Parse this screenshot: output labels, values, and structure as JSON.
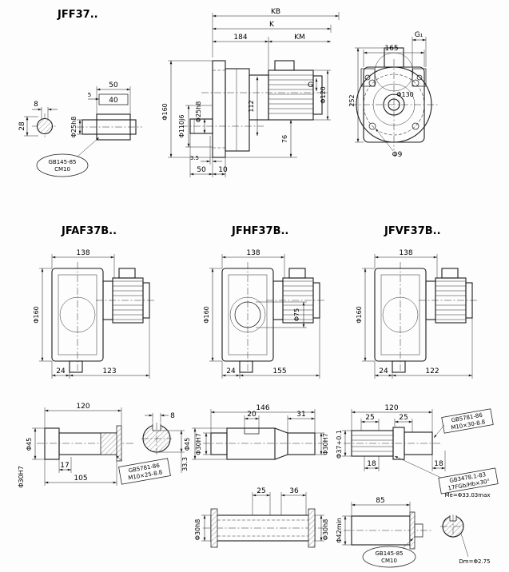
{
  "jff37": {
    "title": "JFF37..",
    "end_view": {
      "d8": "8",
      "d28": "28",
      "dia": "Φ25h8",
      "d5": "5",
      "d50": "50",
      "d40": "40",
      "callout1": "GB145-85",
      "callout2": "CM10"
    },
    "side_view": {
      "kb": "KB",
      "k": "K",
      "d184": "184",
      "km": "KM",
      "g": "G",
      "phi120": "Φ120",
      "d112": "112",
      "phi160": "Φ160",
      "phi110": "Φ110j6",
      "phi25": "Φ25h8",
      "d76": "76",
      "d35": "3.5",
      "d50": "50",
      "d10": "10"
    },
    "front_view": {
      "g1": "G₁",
      "d165": "165",
      "d252": "252",
      "phi130": "Φ130",
      "phi9": "Φ9"
    }
  },
  "jfaf37b": {
    "title": "JFAF37B..",
    "d138": "138",
    "phi160": "Φ160",
    "d24": "24",
    "len": "123"
  },
  "jfhf37b": {
    "title": "JFHF37B..",
    "d138": "138",
    "phi160": "Φ160",
    "phi75": "Φ75",
    "d24": "24",
    "len": "155"
  },
  "jfvf37b": {
    "title": "JFVF37B..",
    "d138": "138",
    "phi160": "Φ160",
    "d24": "24",
    "len": "122"
  },
  "shaft_a": {
    "d120": "120",
    "phi45": "Φ45",
    "d17": "17",
    "d105": "105",
    "phi30": "Φ30H7",
    "d8": "8",
    "d333": "33.3",
    "callout1": "GB5781-86",
    "callout2": "M10×25-8.8"
  },
  "shaft_h": {
    "d146": "146",
    "d20": "20",
    "d31": "31",
    "phi30l": "Φ30H7",
    "phi45": "Φ45",
    "phi30r": "Φ30H7",
    "d25": "25",
    "d36": "36",
    "phi30h8l": "Φ30h8",
    "phi30h8r": "Φ30h8"
  },
  "shaft_v": {
    "d120": "120",
    "d25a": "25",
    "d25b": "25",
    "bolt1": "GB5781-86",
    "bolt2": "M10×30-8.8",
    "phi37": "Φ37+0.1",
    "d18a": "18",
    "d18b": "18",
    "spline1": "GB3478.1-83",
    "spline2": "17FGb/Hb×30°",
    "me": "Me=Φ33.03max",
    "d85": "85",
    "phi42": "Φ42min",
    "center1": "GB145-85",
    "center2": "CM10",
    "dm": "Dm=Φ2.75"
  }
}
